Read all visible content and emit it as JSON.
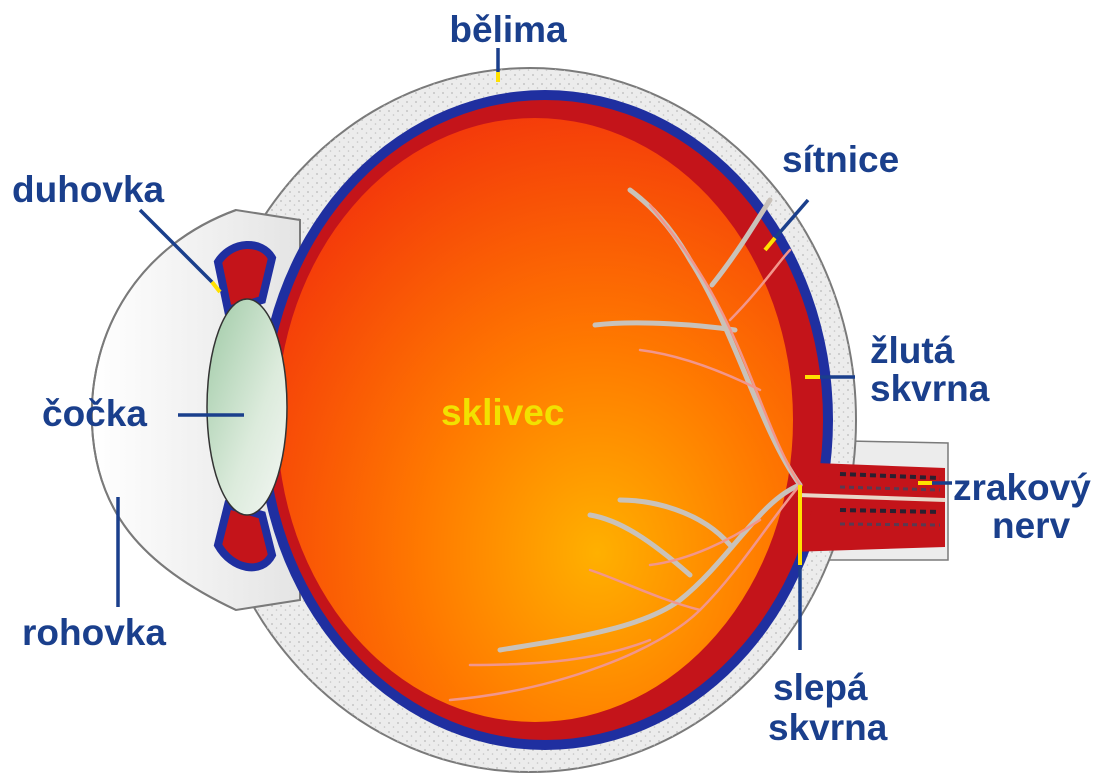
{
  "labels": {
    "sclera": "bělima",
    "iris": "duhovka",
    "retina": "sítnice",
    "macula_line1": "žlutá",
    "macula_line2": "skvrna",
    "lens": "čočka",
    "vitreous": "sklivec",
    "optic_nerve_line1": "zrakový",
    "optic_nerve_line2": "nerv",
    "cornea": "rohovka",
    "blind_spot_line1": "slepá",
    "blind_spot_line2": "skvrna"
  },
  "colors": {
    "label": "#1a3f8c",
    "vitreous_label": "#f2e100",
    "sclera": "#ececec",
    "choroid": "#1f2fa0",
    "retina": "#c4141a",
    "vitreous_center": "#ff8a00",
    "lens": "#d9ead9",
    "leader_tip": "#ffe100"
  }
}
